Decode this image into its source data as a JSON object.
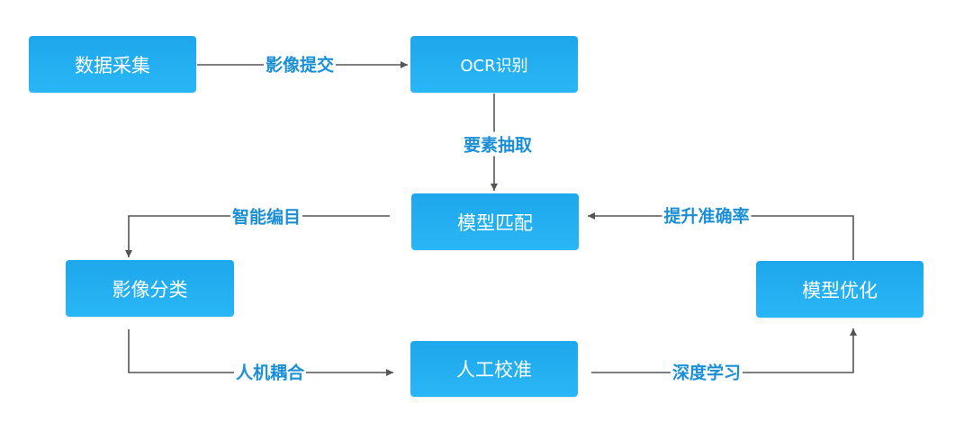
{
  "nodes": {
    "data_collection": "数据采集",
    "ocr_recognition": "OCR识别",
    "model_matching": "模型匹配",
    "image_classification": "影像分类",
    "manual_calibration": "人工校准",
    "model_optimization": "模型优化"
  },
  "edges": {
    "image_submit": "影像提交",
    "element_extraction": "要素抽取",
    "smart_cataloging": "智能编目",
    "improve_accuracy": "提升准确率",
    "human_machine_coupling": "人机耦合",
    "deep_learning": "深度学习"
  },
  "colors": {
    "node_fill_top": "#1ea7ec",
    "node_fill_bottom": "#29b6f6",
    "label_text": "#1b8fd6",
    "connector": "#555555"
  }
}
